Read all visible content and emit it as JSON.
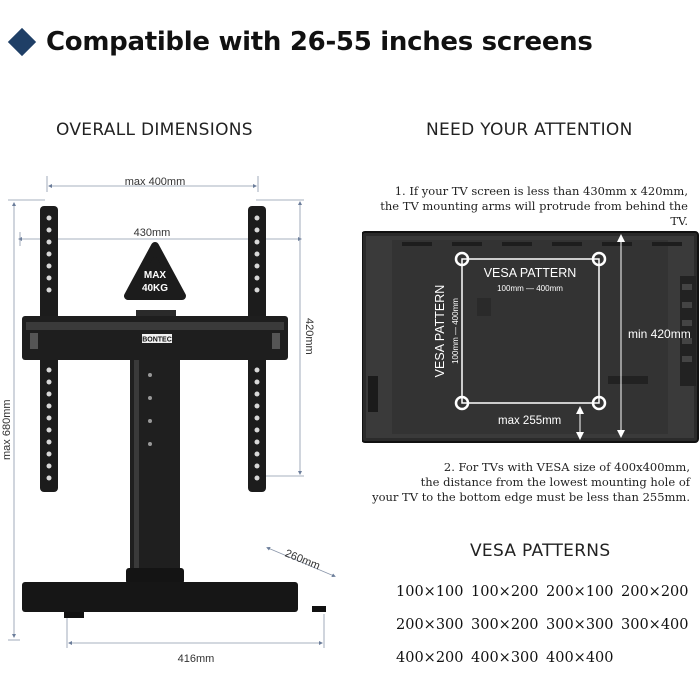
{
  "headline": {
    "text": "Compatible with 26-55 inches screens",
    "icon": "diamond-bullet-icon",
    "accent": "#1f3f66"
  },
  "left_panel": {
    "title": "OVERALL DIMENSIONS",
    "badge_line1": "MAX",
    "badge_line2": "40KG",
    "brand": "BONTEC",
    "dimensions": {
      "top_width": "max 400mm",
      "arm_width": "430mm",
      "arm_height": "420mm",
      "total_height": "max 680mm",
      "base_depth": "260mm",
      "base_width": "416mm"
    }
  },
  "right_panel": {
    "title": "NEED YOUR ATTENTION",
    "note1_line1": "1. If your TV screen is less than 430mm x 420mm,",
    "note1_line2": "the TV mounting arms will protrude from behind the TV.",
    "vesa_label_h": "VESA PATTERN",
    "vesa_sub_h": "100mm ― 400mm",
    "vesa_label_v": "VESA PATTERN",
    "vesa_sub_v": "100mm ― 400mm",
    "min_height": "min 420mm",
    "max_distance": "max 255mm",
    "note2_line1": "2. For TVs with VESA size of 400x400mm,",
    "note2_line2": "the distance from the lowest mounting hole of",
    "note2_line3": "your TV to the bottom edge must be less than 255mm."
  },
  "vesa_patterns": {
    "title": "VESA PATTERNS",
    "items": [
      "100×100",
      "100×200",
      "200×100",
      "200×200",
      "200×300",
      "300×200",
      "300×300",
      "300×400",
      "400×200",
      "400×300",
      "400×400"
    ]
  }
}
